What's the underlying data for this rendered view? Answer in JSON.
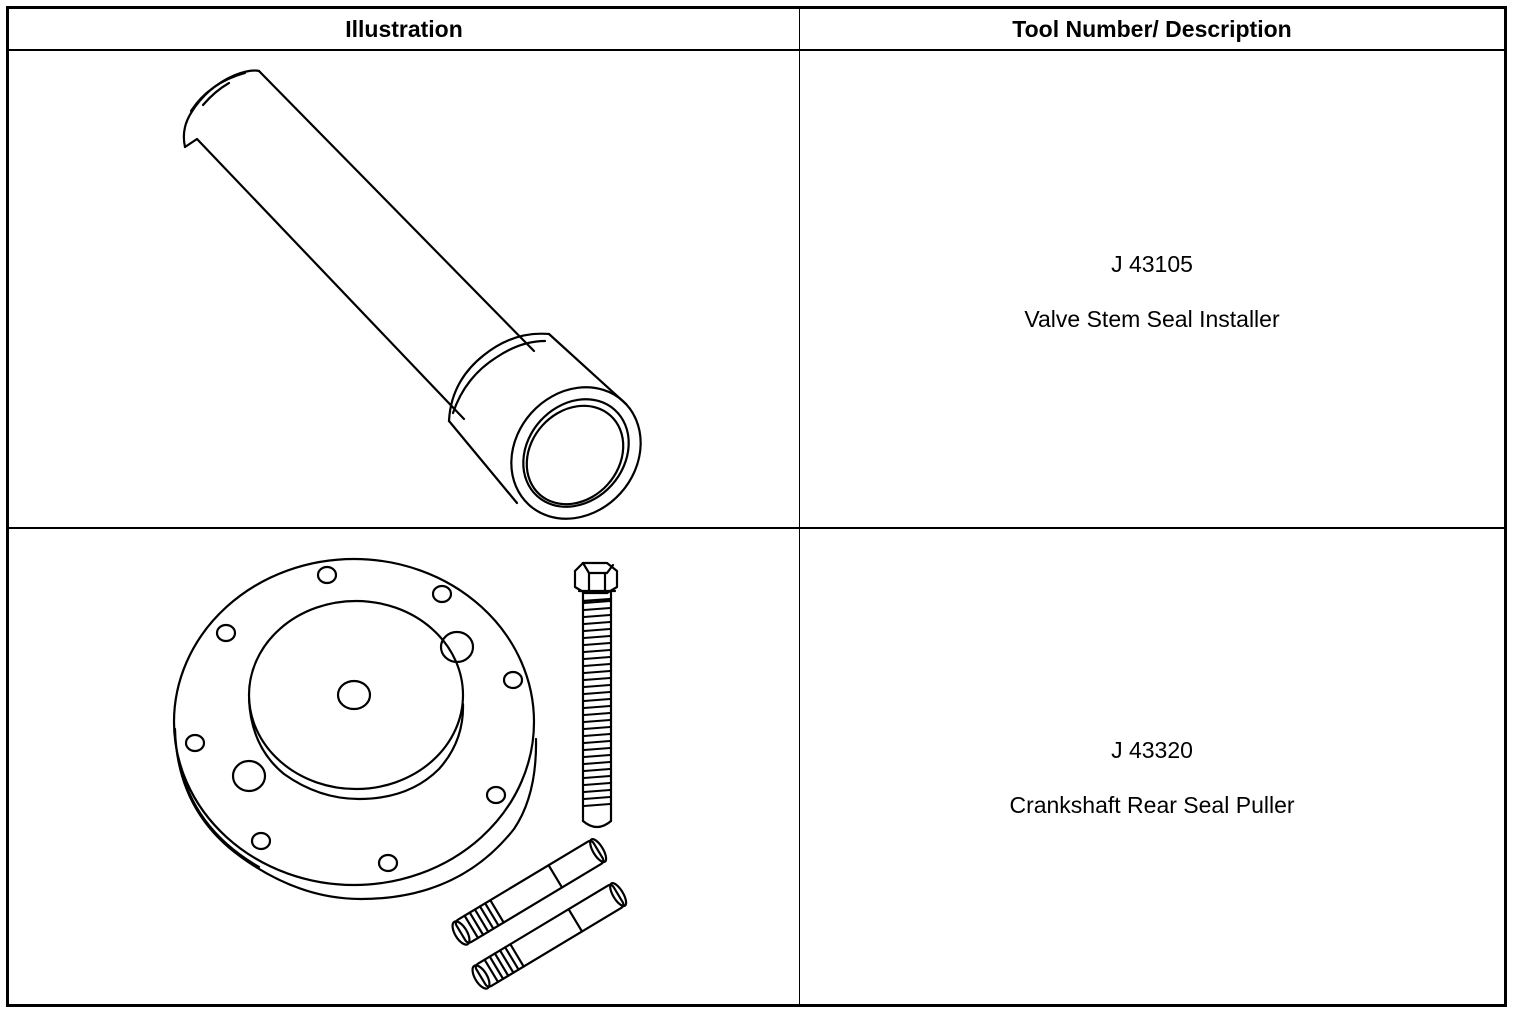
{
  "table": {
    "headers": {
      "illustration": "Illustration",
      "tool": "Tool Number/ Description"
    },
    "rows": [
      {
        "number": "J 43105",
        "description": "Valve Stem Seal Installer",
        "illustration_icon": "valve-stem-seal-installer-icon"
      },
      {
        "number": "J 43320",
        "description": "Crankshaft Rear Seal Puller",
        "illustration_icon": "crankshaft-rear-seal-puller-icon"
      }
    ]
  }
}
